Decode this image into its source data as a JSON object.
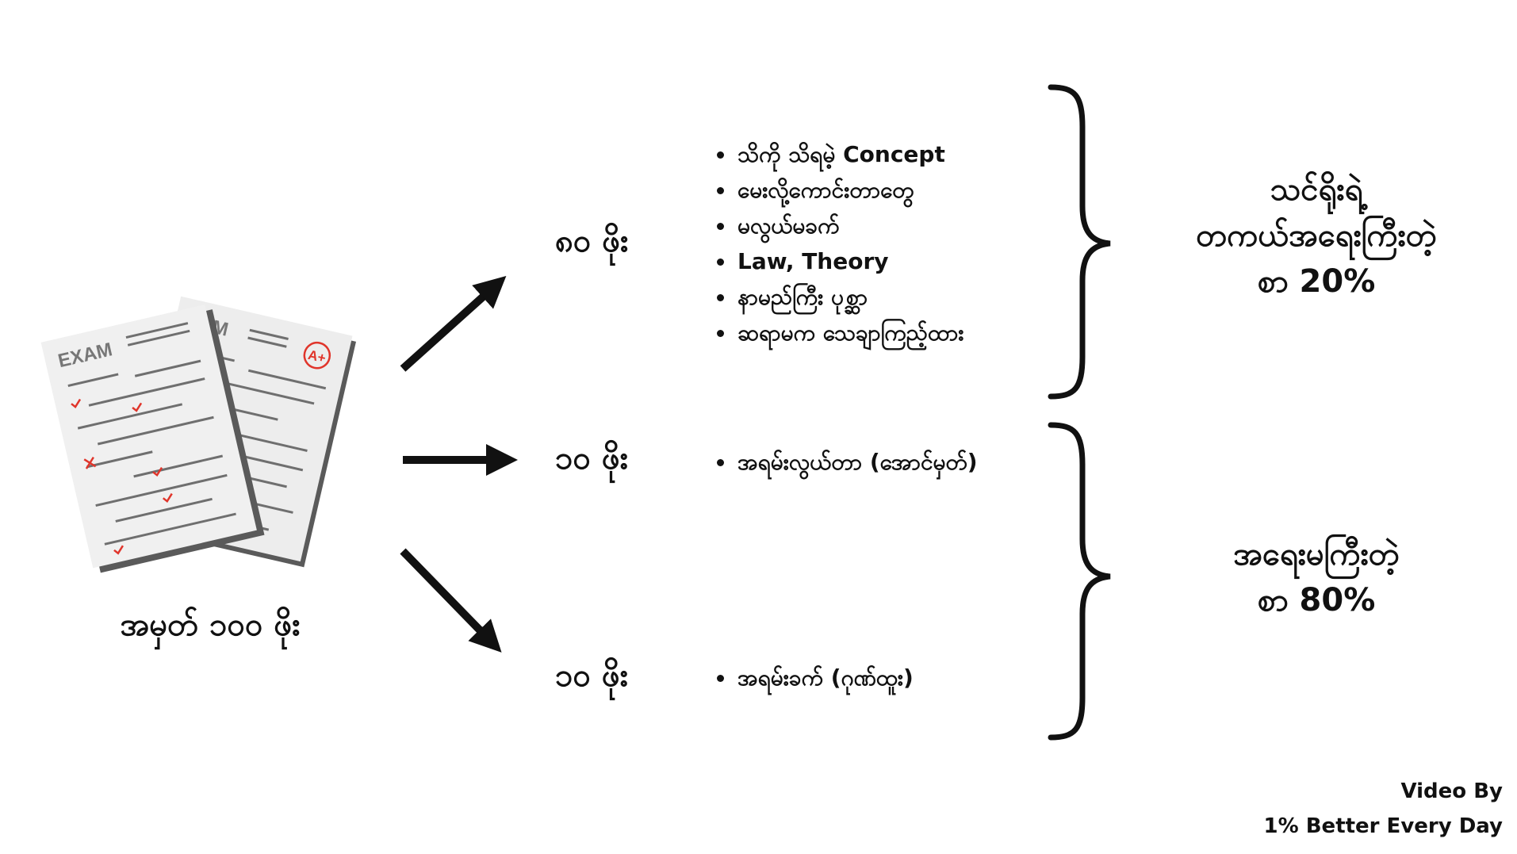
{
  "paper": {
    "front_heading": "EXAM",
    "back_heading": "XAM",
    "grade_stamp": "A+"
  },
  "total_label": "အမှတ် ၁၀၀ ဖိုး",
  "branches": [
    {
      "score": "၈၀ ဖိုး",
      "items": [
        "သိကို သိရမဲ့ Concept",
        "မေးလို့ကောင်းတာတွေ",
        "မလွယ်မခက်",
        "Law, Theory",
        "နာမည်ကြီး ပုစ္ဆာ",
        "ဆရာမက သေချာကြည့်ထား"
      ]
    },
    {
      "score": "၁၀ ဖိုး",
      "items": [
        "အရမ်းလွယ်တာ (အောင်မှတ်)"
      ]
    },
    {
      "score": "၁၀ ဖိုး",
      "items": [
        "အရမ်းခက် (ဂုဏ်ထူး)"
      ]
    }
  ],
  "groups": [
    {
      "lines": [
        "သင်ရိုးရဲ့",
        "တကယ်အရေးကြီးတဲ့",
        "စာ 20%"
      ]
    },
    {
      "lines": [
        "အရေးမကြီးတဲ့",
        "စာ 80%"
      ]
    }
  ],
  "credit": {
    "line1": "Video By",
    "line2": "1% Better Every Day"
  },
  "colors": {
    "ink": "#111111",
    "paper": "#ececec",
    "paper_shadow": "#5a5a5a",
    "paper_lines": "#6f6f6f",
    "mark_red": "#e0352b"
  }
}
